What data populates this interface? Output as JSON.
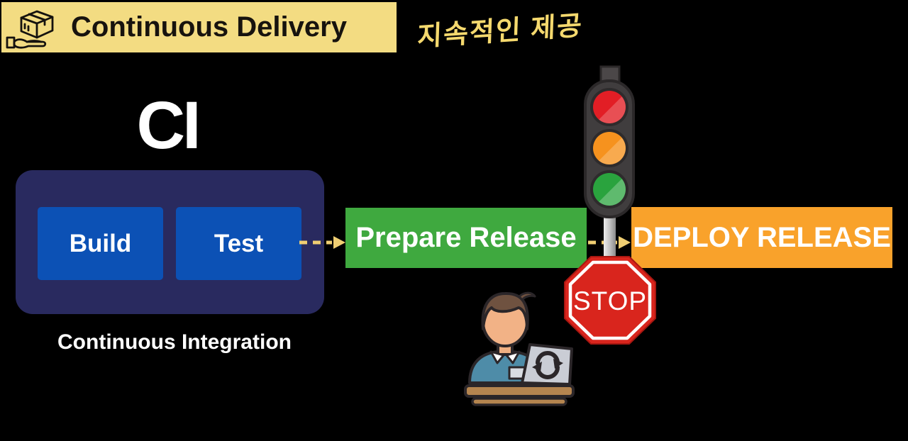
{
  "banner": {
    "title": "Continuous Delivery",
    "korean_caption": "지속적인 제공"
  },
  "ci_section": {
    "heading": "CI",
    "caption": "Continuous Integration",
    "steps": [
      {
        "label": "Build"
      },
      {
        "label": "Test"
      }
    ]
  },
  "pipeline": {
    "prepare_release_label": "Prepare Release",
    "deploy_release_label": "DEPLOY RELEASE"
  },
  "stop_sign": {
    "label": "STOP"
  },
  "icons": {
    "banner_icon": "package-delivery-icon",
    "signal_icon": "traffic-light-icon",
    "stop_icon": "stop-sign-icon",
    "person_icon": "developer-at-laptop-icon",
    "laptop_logo": "sync-icon",
    "arrow_style": "yellow-dashed-arrow"
  },
  "colors": {
    "background": "#000000",
    "banner_yellow": "#F3DC82",
    "banner_text": "#17130E",
    "korean_yellow": "#F5D96E",
    "ci_container_navy": "#292A5F",
    "step_blue": "#0C51B5",
    "prepare_green": "#3FA93F",
    "deploy_orange": "#F9A22B",
    "arrow_yellow": "#EFCE72",
    "stop_red": "#D9251D",
    "traffic_body_gray": "#403D3E",
    "traffic_red": "#E21E25",
    "traffic_amber": "#F6921E",
    "traffic_green": "#2AA33E",
    "text_white": "#FFFFFF"
  }
}
